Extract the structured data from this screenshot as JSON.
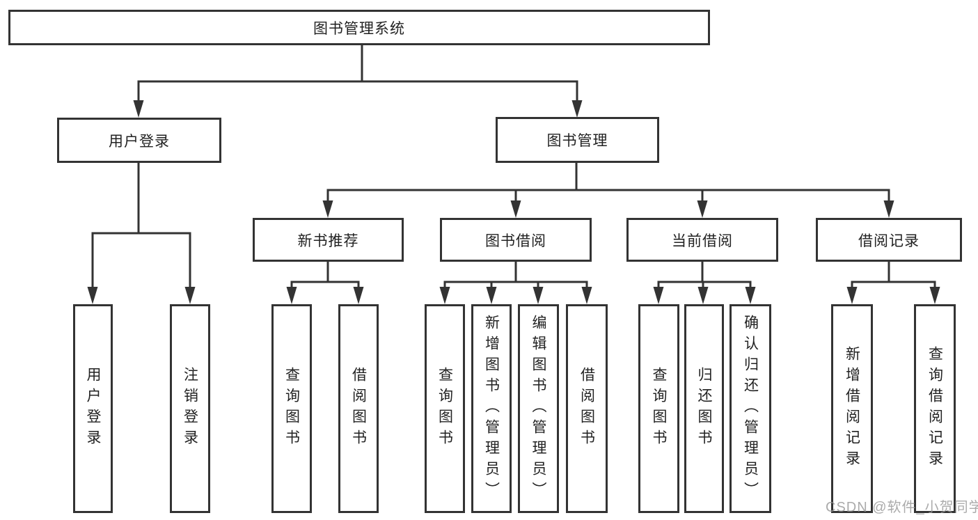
{
  "diagram": {
    "root": {
      "label": "图书管理系统"
    },
    "level1": [
      {
        "label": "用户登录"
      },
      {
        "label": "图书管理"
      }
    ],
    "level2": [
      {
        "label": "新书推荐"
      },
      {
        "label": "图书借阅"
      },
      {
        "label": "当前借阅"
      },
      {
        "label": "借阅记录"
      }
    ],
    "leaves": {
      "user_login": [
        "用户登录",
        "注销登录"
      ],
      "new_book_recommend": [
        "查询图书",
        "借阅图书"
      ],
      "book_borrow": [
        "查询图书",
        "新增图书（管理员）",
        "编辑图书（管理员）",
        "借阅图书"
      ],
      "current_borrow": [
        "查询图书",
        "归还图书",
        "确认归还（管理员）"
      ],
      "borrow_record": [
        "新增借阅记录",
        "查询借阅记录"
      ]
    }
  },
  "watermark": {
    "text": "CSDN @软件_小贺同学"
  },
  "colors": {
    "line": "#333333",
    "text": "#222222",
    "watermark": "#969696",
    "background": "#ffffff"
  }
}
